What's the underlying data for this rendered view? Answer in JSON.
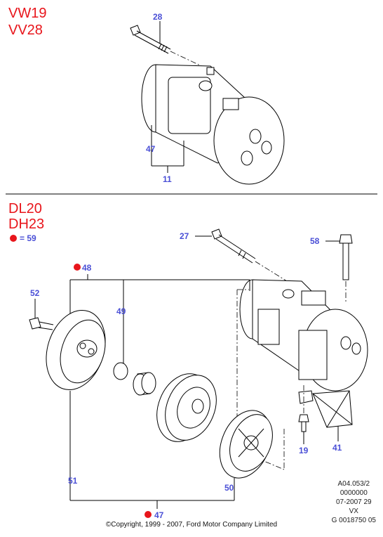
{
  "sections": [
    {
      "codes": [
        "VW19",
        "VV28"
      ]
    },
    {
      "codes": [
        "DL20",
        "DH23"
      ]
    }
  ],
  "legend": {
    "marker_color": "#e8151b",
    "text": "= 59"
  },
  "callouts": {
    "c28": "28",
    "c47a": "47",
    "c11": "11",
    "c27": "27",
    "c58": "58",
    "c48": "48",
    "c52": "52",
    "c49": "49",
    "c19": "19",
    "c41": "41",
    "c51": "51",
    "c50": "50",
    "c47b": "47"
  },
  "colors": {
    "section_code": "#e8151b",
    "callout": "#4a4fd6"
  },
  "reference": {
    "lines": [
      "A04.053/2",
      "0000000",
      "07-2007 29",
      "VX",
      "G 0018750 05"
    ]
  },
  "copyright": "©Copyright, 1999 - 2007, Ford Motor Company Limited"
}
